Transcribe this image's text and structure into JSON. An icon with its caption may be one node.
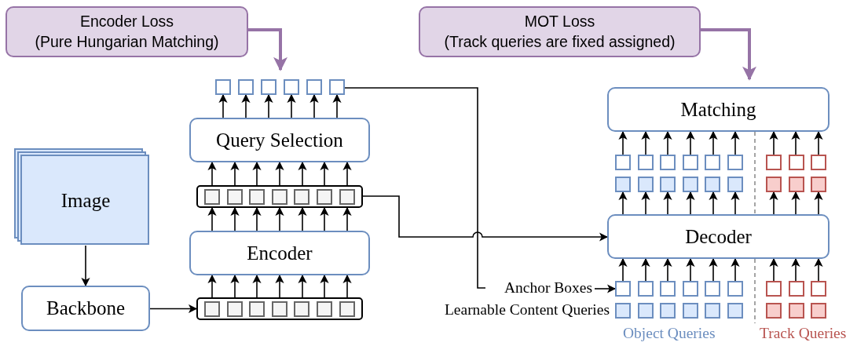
{
  "diagram": {
    "nodes": [
      {
        "text": [
          "Encoder Loss",
          "(Pure Hungarian Matching)"
        ]
      },
      {
        "text": [
          "MOT Loss",
          "(Track queries are fixed assigned)"
        ]
      },
      {
        "text": [
          "Image"
        ]
      },
      {
        "text": [
          "Backbone"
        ]
      },
      {
        "text": [
          "Encoder"
        ]
      },
      {
        "text": [
          "Query Selection"
        ]
      },
      {
        "text": [
          "Matching"
        ]
      },
      {
        "text": [
          "Decoder"
        ]
      },
      {
        "text": [],
        "shape": "bar"
      },
      {
        "text": [],
        "shape": "bar"
      },
      {
        "text": [],
        "shape": "box"
      },
      {
        "text": [
          "Anchor Boxes"
        ]
      },
      {
        "text": [],
        "shape": "box"
      },
      {
        "text": [],
        "shape": "box"
      },
      {
        "text": [],
        "shape": "box"
      },
      {
        "text": [],
        "shape": "box"
      }
    ],
    "edges": [
      {
        "from": 0,
        "to": 10,
        "arrow": "to",
        "style": "thick",
        "color": "#9673a6"
      },
      {
        "from": 1,
        "to": 6,
        "arrow": "to",
        "style": "thick",
        "color": "#9673a6"
      },
      {
        "from": 2,
        "to": 3,
        "arrow": "to"
      },
      {
        "from": 3,
        "to": 9,
        "arrow": "to"
      },
      {
        "from": 9,
        "to": 4,
        "arrow": "to"
      },
      {
        "from": 4,
        "to": 8,
        "arrow": "to"
      },
      {
        "from": 8,
        "to": 5,
        "arrow": "to"
      },
      {
        "from": 5,
        "to": 10,
        "arrow": "to"
      },
      {
        "from": 8,
        "to": 7,
        "arrow": "to"
      },
      {
        "from": 10,
        "to": 11,
        "arrow": "none"
      },
      {
        "from": 11,
        "to": 12,
        "arrow": "to"
      },
      {
        "from": 12,
        "to": 7,
        "arrow": "to"
      },
      {
        "from": 13,
        "to": 7,
        "arrow": "to"
      },
      {
        "from": 7,
        "to": 14,
        "arrow": "to"
      },
      {
        "from": 7,
        "to": 15,
        "arrow": "to"
      },
      {
        "from": 14,
        "to": 6,
        "arrow": "to"
      },
      {
        "from": 15,
        "to": 6,
        "arrow": "to"
      }
    ],
    "labels": [
      "Learnable Content Queries",
      "Object Queries",
      "Track Queries"
    ]
  }
}
